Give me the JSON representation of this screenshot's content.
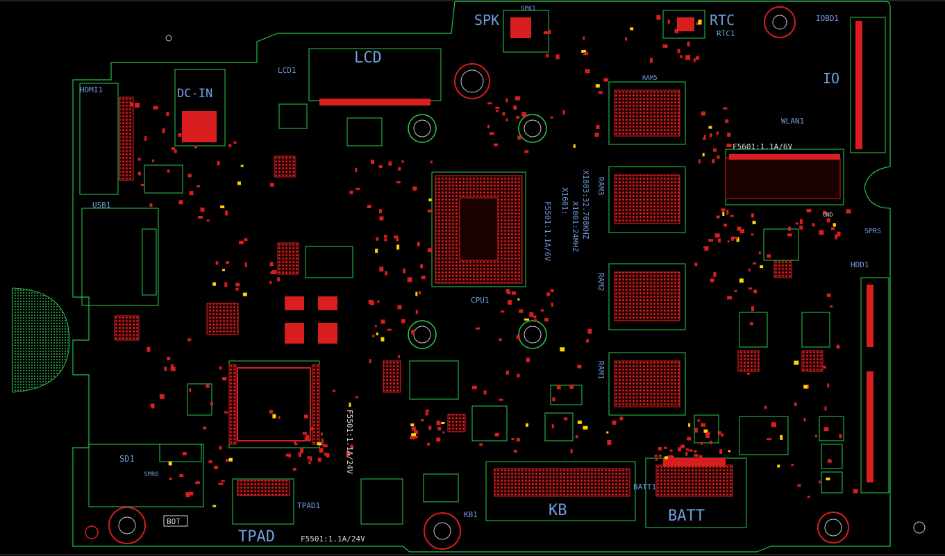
{
  "board": {
    "connector_labels": [
      "LCD",
      "KB",
      "BATT",
      "TPAD",
      "RTC",
      "IO",
      "SPK",
      "DC-IN",
      "HDMI1",
      "USB1",
      "SD1"
    ],
    "refdes_labels": [
      "LCD1",
      "KB1",
      "BATT1",
      "TPAD1",
      "RTC1",
      "IOBD1",
      "SPK1",
      "WLAN1",
      "HDD1",
      "SPRS",
      "SPR6",
      "SD1",
      "CPU1",
      "RAM1",
      "RAM2",
      "RAM3",
      "RAM5",
      "BOT",
      "GND"
    ],
    "silkscreen_text": [
      "F5501:1.1A/24V",
      "F5501:1.1A/24V",
      "F5601:1.1A/6V",
      "F5501:1.1A/6V",
      "X1803:32.768KHZ",
      "X1801:24MHZ",
      "X1601:"
    ],
    "colors": {
      "background": "#000000",
      "outline": "#24c24a",
      "pads": "#d81e1e",
      "labels": "#6f9fdc",
      "silk": "#d8d8d8",
      "test_pads": "#ffd400"
    }
  }
}
